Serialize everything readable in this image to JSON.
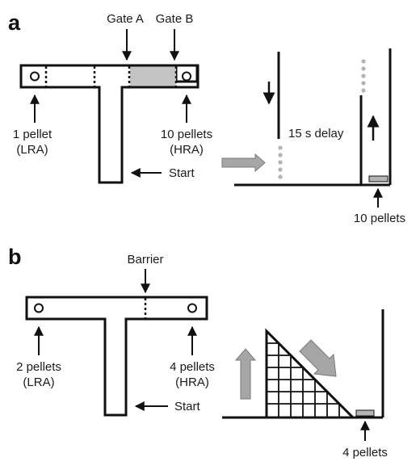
{
  "panel_a": {
    "letter": "a",
    "gate_a": "Gate A",
    "gate_b": "Gate B",
    "left_reward": [
      "1 pellet",
      "(LRA)"
    ],
    "right_reward": [
      "10 pellets",
      "(HRA)"
    ],
    "start": "Start",
    "delay": "15 s delay",
    "side_reward": "10 pellets"
  },
  "panel_b": {
    "letter": "b",
    "barrier": "Barrier",
    "left_reward": [
      "2 pellets",
      "(LRA)"
    ],
    "right_reward": [
      "4 pellets",
      "(HRA)"
    ],
    "start": "Start",
    "side_reward": "4 pellets"
  },
  "colors": {
    "stroke": "#111111",
    "gray_fill": "#c4c4c4",
    "gray_arrow": "#a6a6a6",
    "gray_dots": "#b4b4b4"
  }
}
